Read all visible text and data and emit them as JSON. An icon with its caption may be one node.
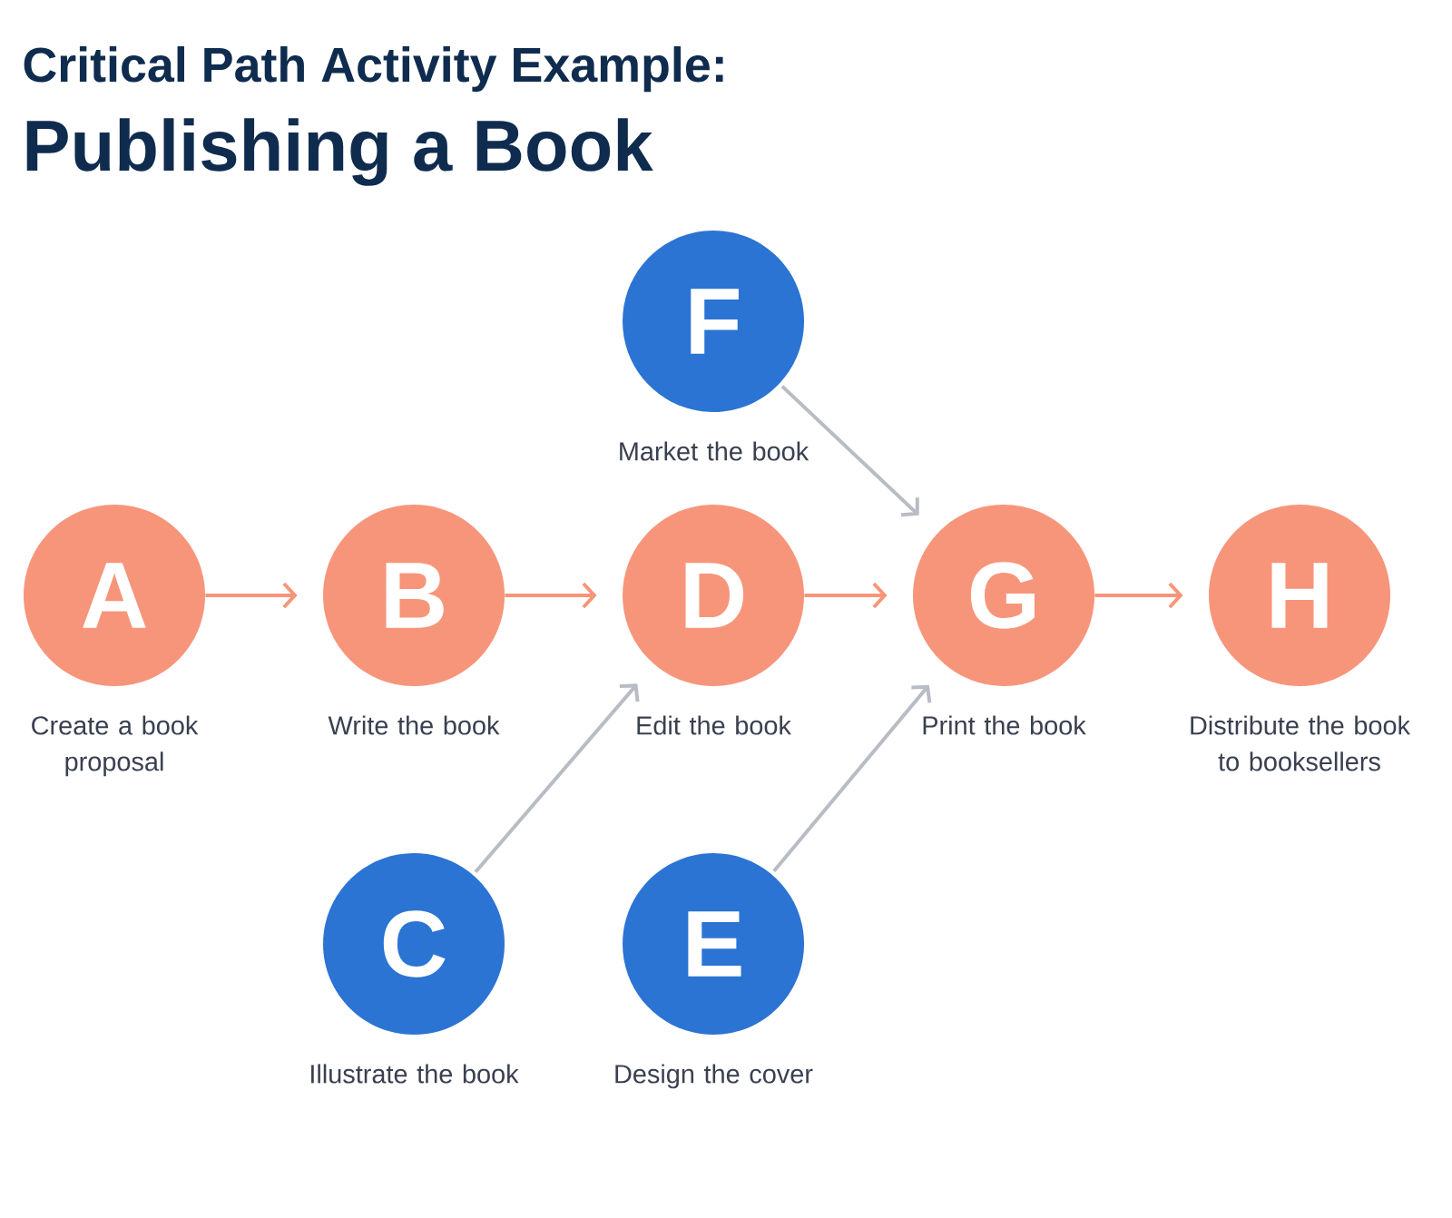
{
  "diagram": {
    "title": "Critical Path Activity Example:",
    "nodes": [
      {
        "text": [
          "A"
        ],
        "beside": [
          "Create a book proposal"
        ]
      },
      {
        "text": [
          "B"
        ],
        "beside": [
          "Write the book"
        ]
      },
      {
        "text": [
          "F"
        ],
        "beside": [
          "Market the book"
        ]
      },
      {
        "text": [
          "D"
        ],
        "beside": [
          "Edit the book"
        ]
      },
      {
        "text": [
          "G"
        ],
        "beside": [
          "Print the book"
        ]
      },
      {
        "text": [
          "H"
        ],
        "beside": [
          "Distribute the book to booksellers"
        ]
      },
      {
        "text": [
          "C"
        ],
        "beside": [
          "Illustrate the book"
        ]
      },
      {
        "text": [
          "E"
        ],
        "beside": [
          "Design the cover"
        ]
      }
    ],
    "edges": [
      {
        "from": 0,
        "to": 1,
        "arrow": "to"
      },
      {
        "from": 1,
        "to": 3,
        "arrow": "to"
      },
      {
        "from": 3,
        "to": 4,
        "arrow": "to"
      },
      {
        "from": 4,
        "to": 5,
        "arrow": "to"
      },
      {
        "from": 2,
        "to": 4,
        "arrow": "to",
        "color": "#b8bcc4"
      },
      {
        "from": 6,
        "to": 3,
        "arrow": "to",
        "color": "#b8bcc4"
      },
      {
        "from": 7,
        "to": 4,
        "arrow": "to",
        "color": "#b8bcc4"
      }
    ],
    "labels": [
      "Publishing a Book"
    ]
  }
}
